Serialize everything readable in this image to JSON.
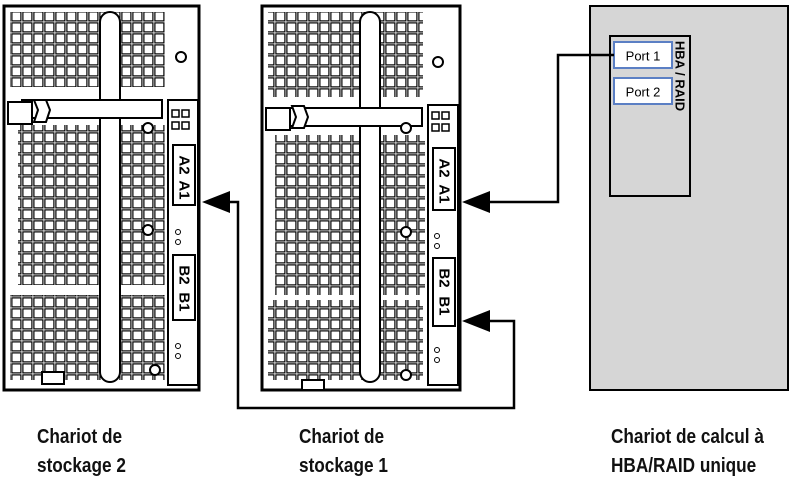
{
  "sleds": [
    {
      "id": "storage-2",
      "caption": [
        "Chariot de",
        "stockage 2"
      ],
      "connectors": [
        "A2",
        "A1",
        "B2",
        "B1"
      ]
    },
    {
      "id": "storage-1",
      "caption": [
        "Chariot de",
        "stockage 1"
      ],
      "connectors": [
        "A2",
        "A1",
        "B2",
        "B1"
      ]
    }
  ],
  "compute": {
    "caption": [
      "Chariot de calcul à",
      "HBA/RAID unique"
    ],
    "card_label": "HBA / RAID",
    "ports": [
      "Port 1",
      "Port 2"
    ]
  },
  "colors": {
    "line": "#000000",
    "compute_fill": "#d6d6d6",
    "port_border": "#5b7fc4",
    "background": "#ffffff"
  }
}
